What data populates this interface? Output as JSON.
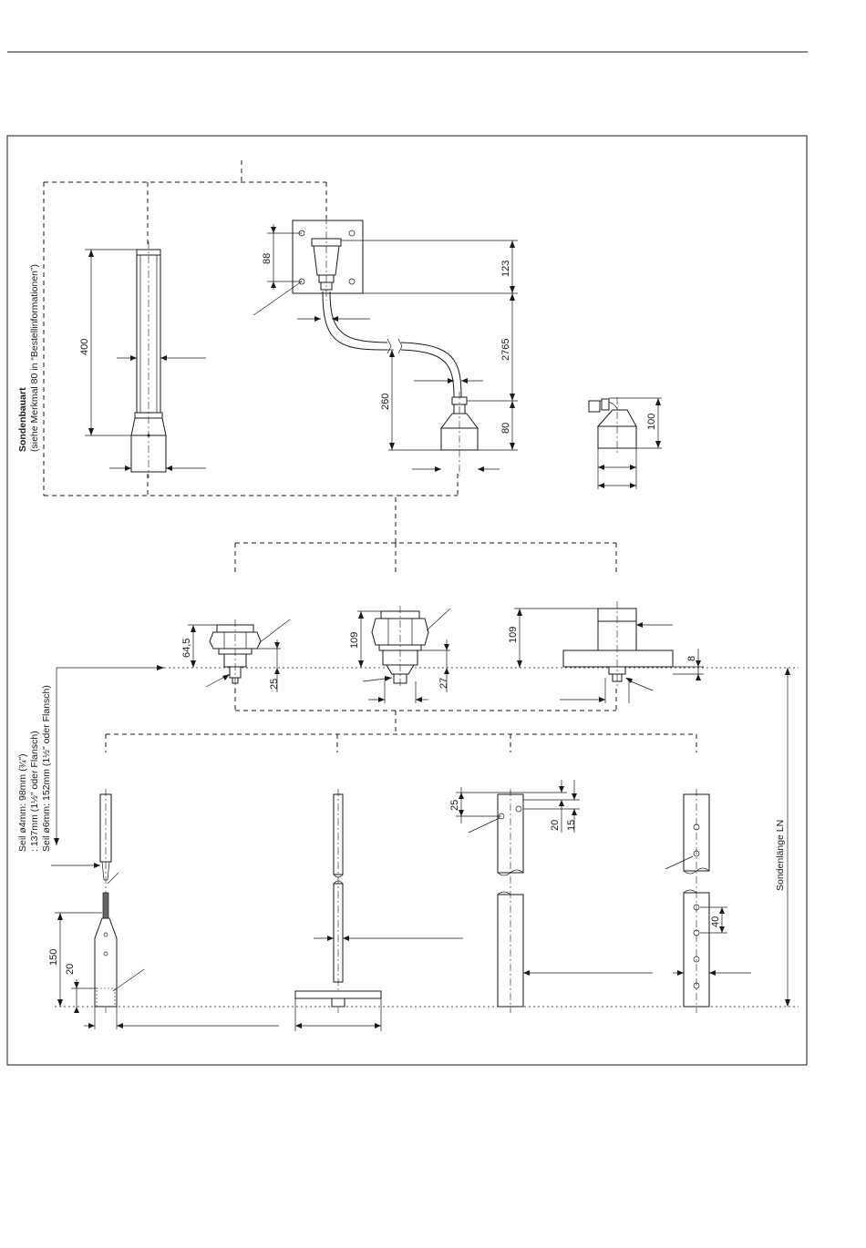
{
  "drawing": {
    "side_label_title": "Sondenbauart",
    "side_label_sub": "(siehe Merkmal 80 in “Bestellinformationen”)",
    "rope_note": [
      "Seil ø4mm: 98mm (¾\")",
      ": 137mm (1½\" oder Flansch)",
      "Seil ø6mm: 152mm (1½\" oder Flansch)"
    ],
    "probe_length_label": "Sondenlänge LN",
    "dimensions": {
      "d400": "400",
      "d88": "88",
      "d123": "123",
      "d2765": "2765",
      "d260": "260",
      "d80": "80",
      "d100": "100",
      "d64_5": "64,5",
      "d25_a": "25",
      "d109_a": "109",
      "d27": "27",
      "d109_b": "109",
      "d8": "8",
      "d150": "150",
      "d20_a": "20",
      "d25_b": "25",
      "d20_b": "20",
      "d15": "15",
      "d40": "40"
    }
  }
}
